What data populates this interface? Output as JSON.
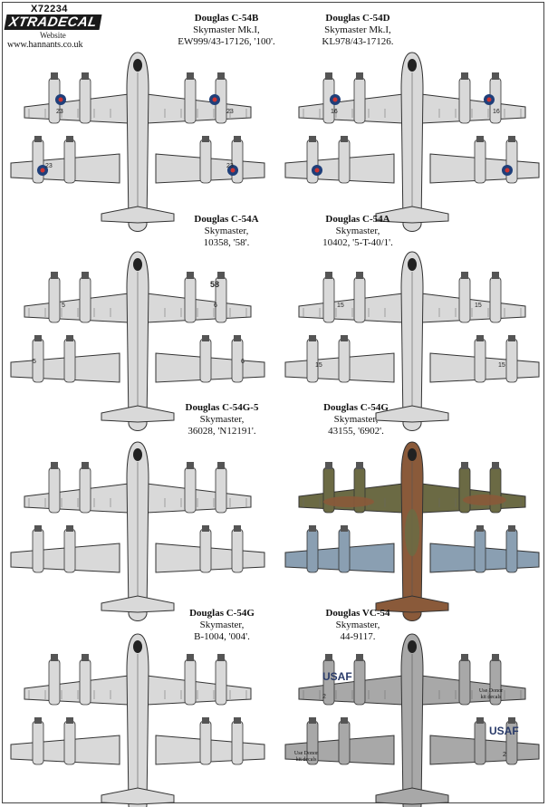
{
  "brand": {
    "code": "X72234",
    "logo": "XTRADECAL",
    "website_label": "Website",
    "url": "www.hannants.co.uk"
  },
  "profiles": [
    {
      "line1": "Douglas C-54B",
      "line2": "Skymaster Mk.I,",
      "line3": "EW999/43-17126, '100'.",
      "scheme": "natural-metal-raf",
      "nums": [
        "23",
        "23"
      ]
    },
    {
      "line1": "Douglas C-54D",
      "line2": "Skymaster Mk.I,",
      "line3": "KL978/43-17126.",
      "scheme": "natural-metal-raf",
      "nums": [
        "16",
        "16"
      ]
    },
    {
      "line1": "Douglas C-54A",
      "line2": "Skymaster,",
      "line3": "10358, '58'.",
      "scheme": "natural-metal",
      "nums": [
        "5",
        "6",
        "5",
        "6"
      ]
    },
    {
      "line1": "Douglas C-54A",
      "line2": "Skymaster,",
      "line3": "10402, '5-T-40/1'.",
      "scheme": "natural-metal",
      "nums": [
        "15",
        "15",
        "15",
        "15"
      ]
    },
    {
      "line1": "Douglas C-54G-5",
      "line2": "Skymaster,",
      "line3": "36028, 'N12191'.",
      "scheme": "natural-metal",
      "nums": []
    },
    {
      "line1": "Douglas C-54G",
      "line2": "Skymaster,",
      "line3": "43155, '6902'.",
      "scheme": "camouflage",
      "nums": []
    },
    {
      "line1": "Douglas C-54G",
      "line2": "Skymaster,",
      "line3": "B-1004, '004'.",
      "scheme": "natural-metal",
      "nums": []
    },
    {
      "line1": "Douglas VC-54",
      "line2": "Skymaster,",
      "line3": "44-9117.",
      "scheme": "grey-usaf",
      "nums": [
        "2",
        "2"
      ]
    }
  ],
  "markings": {
    "usaf": "USAF",
    "use_donor_line1": "Use Donor",
    "use_donor_line2": "kit decals",
    "code_58": "58"
  },
  "colors": {
    "metal": "#d9d9d9",
    "metal_dark": "#9a9a9a",
    "raf_blue": "#1f3f7a",
    "camo_green": "#6b6a44",
    "camo_brown": "#8a5a3a",
    "underside_blue": "#8a9fb2",
    "vc54_grey": "#a8a8a8"
  }
}
